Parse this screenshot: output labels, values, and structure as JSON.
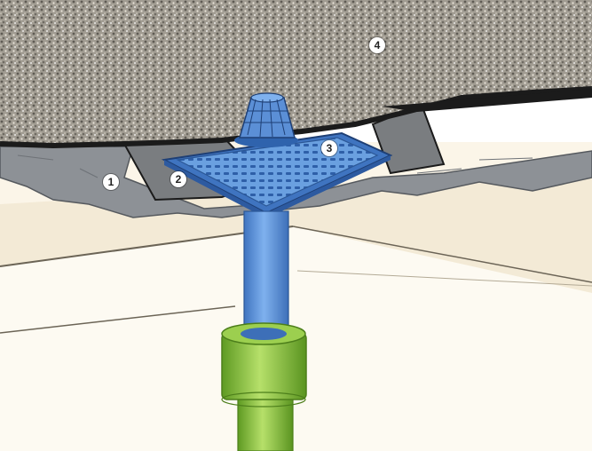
{
  "callouts": {
    "one": "1",
    "two": "2",
    "three": "3",
    "four": "4"
  },
  "colors": {
    "wall": "#fbf5e8",
    "wall_shadow": "#ece3cf",
    "gravel": "#8e8a80",
    "membrane": "#1b1b1b",
    "slab": "#8b8f93",
    "drain_blue": "#5b8fd6",
    "pipe_green": "#8ec33f"
  },
  "icons": [
    "drain-grate-icon",
    "leaf-guard-icon",
    "downpipe-icon",
    "pipe-sleeve-icon"
  ]
}
